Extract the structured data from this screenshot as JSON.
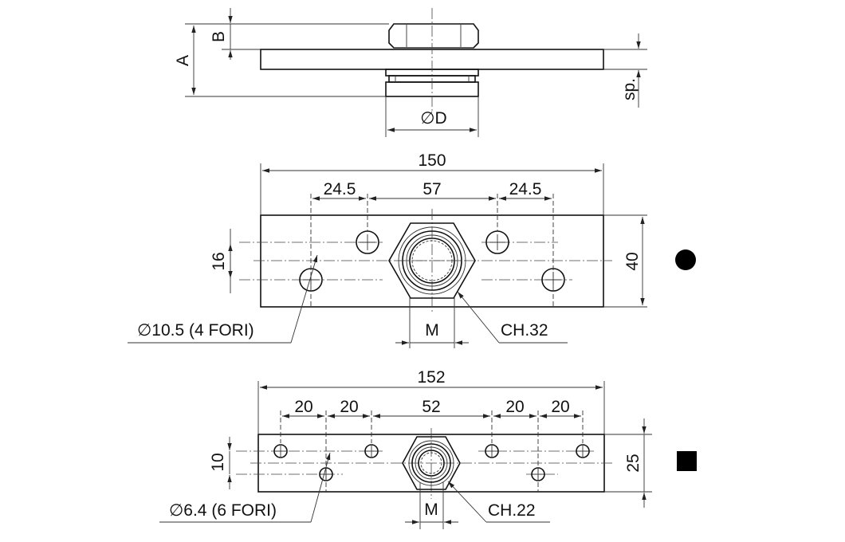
{
  "side_view": {
    "label_a": "A",
    "label_b": "B",
    "label_sp": "sp.",
    "label_d": "∅D"
  },
  "round_plate": {
    "overall_width": "150",
    "pitch_left": "24.5",
    "pitch_center": "57",
    "pitch_right": "24.5",
    "height": "40",
    "row_offset": "16",
    "hole_note": "∅10.5 (4 FORI)",
    "thread_label": "M",
    "hex_label": "CH.32",
    "symbol": "filled-circle"
  },
  "square_plate": {
    "overall_width": "152",
    "pitch_1": "20",
    "pitch_2": "20",
    "pitch_center": "52",
    "pitch_4": "20",
    "pitch_5": "20",
    "height": "25",
    "row_offset": "10",
    "hole_note": "∅6.4 (6 FORI)",
    "thread_label": "M",
    "hex_label": "CH.22",
    "symbol": "filled-square"
  }
}
